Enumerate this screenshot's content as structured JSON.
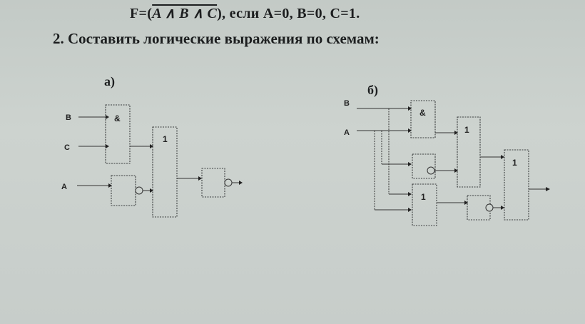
{
  "task1": {
    "prefix": "F=(",
    "expression": "A ∧ B ∧ C",
    "suffix": "), если A=0, B=0, C=1."
  },
  "task2": {
    "heading": "2. Составить логические выражения по схемам:"
  },
  "scheme_a": {
    "label": "а)",
    "inputs": [
      "B",
      "C",
      "A"
    ],
    "gates": [
      "&",
      "1"
    ]
  },
  "scheme_b": {
    "label": "б)",
    "inputs": [
      "B",
      "A"
    ],
    "gates": [
      "&",
      "1",
      "1",
      "1"
    ]
  }
}
